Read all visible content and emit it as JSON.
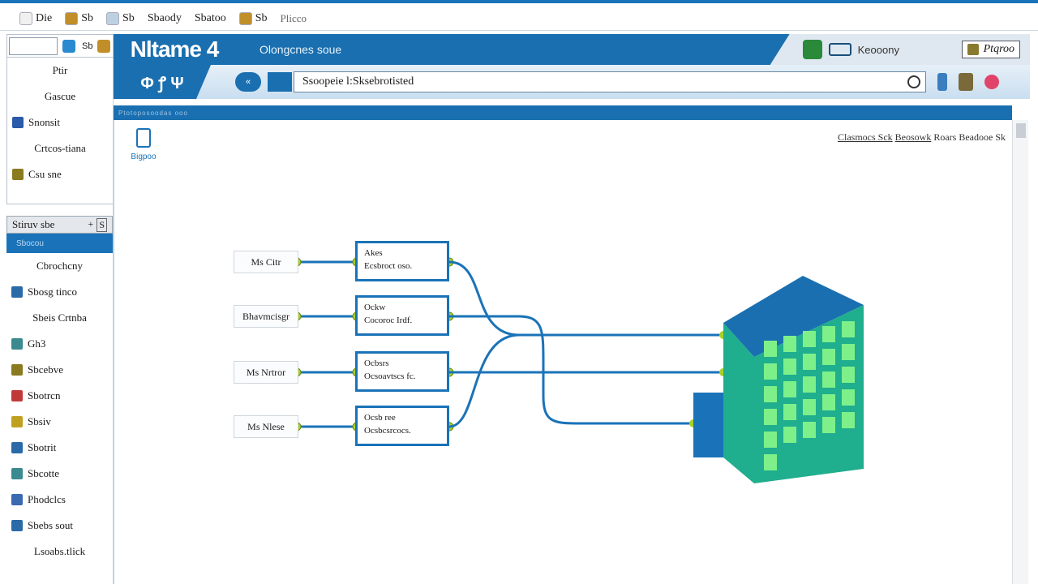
{
  "menu": {
    "items": [
      "Die",
      "Sb",
      "Sb",
      "Sbaody",
      "Sbatoo",
      "Sb",
      "Plicco"
    ],
    "icon_colors": [
      "#f0f0f0",
      "#c08f2a",
      "#bcd0e2",
      "#e8eef4",
      "#c08f2a",
      "#c08f2a",
      "#f0f0f0"
    ]
  },
  "sidebar": {
    "search_label": "Sb",
    "items": [
      {
        "label": "Ptir",
        "icon": "none"
      },
      {
        "label": "Gascue",
        "icon": "none"
      },
      {
        "label": "Snonsit",
        "icon": "square-icon"
      },
      {
        "label": "Crtcos-tiana",
        "icon": "none"
      },
      {
        "label": "Csu sne",
        "icon": "gear-icon"
      }
    ],
    "panel_title": "Stiruv sbe",
    "panel_tools": [
      "+",
      "S"
    ],
    "selected_item": "Sbocou",
    "list": [
      {
        "label": "Cbrochcny",
        "icon": "none"
      },
      {
        "label": "Sbosg tinco",
        "icon": "monitor-icon"
      },
      {
        "label": "Sbeis Crtnba",
        "icon": "none"
      },
      {
        "label": "Gh3",
        "icon": "globe-icon"
      },
      {
        "label": "Sbcebve",
        "icon": "gear-icon"
      },
      {
        "label": "Sbotrcn",
        "icon": "scissors-icon"
      },
      {
        "label": "Sbsiv",
        "icon": "folder-icon"
      },
      {
        "label": "Sbotrit",
        "icon": "monitor-icon"
      },
      {
        "label": "Sbcotte",
        "icon": "globe-icon"
      },
      {
        "label": "Phodclcs",
        "icon": "pencil-icon"
      },
      {
        "label": "Sbebs sout",
        "icon": "monitor-icon"
      },
      {
        "label": "Lsoabs.tlick",
        "icon": "none"
      }
    ]
  },
  "banner": {
    "logo": "Nltame 4",
    "subtitle": "Olongcnes soue",
    "search_label": "Keooony",
    "right_button": "Ptqroo"
  },
  "toolbar": {
    "tool_glyphs": "Φ ꝭ Ψ",
    "back_label": "«",
    "address_value": "Ssoopeie l:Sksebrotisted"
  },
  "content": {
    "strip_text": "Ptotoposoodas ooo",
    "doc_icon_label": "Bigpoo",
    "crumbs": [
      "Clasmocs Sck",
      "Beosowk",
      "Roars Beadooe",
      "Sk"
    ]
  },
  "diagram": {
    "inputs": [
      "Ms Citr",
      "Bhavmcisgr",
      "Ms Nrtror",
      "Ms Nlese"
    ],
    "nodes": [
      {
        "title": "Akes",
        "subtitle": "Ecsbroct oso."
      },
      {
        "title": "Ockw",
        "subtitle": "Cocoroc Irdf."
      },
      {
        "title": "Ocbsrs",
        "subtitle": "Ocsoavtscs fc."
      },
      {
        "title": "Ocsb ree",
        "subtitle": "Ocsbcsrcocs."
      }
    ],
    "line_color": "#1a73b8",
    "dot_color": "#a8d22a",
    "building_colors": {
      "roof": "#1a6fb0",
      "front": "#1fae8e",
      "side": "#1a73b8",
      "window": "#7ef08a"
    }
  }
}
